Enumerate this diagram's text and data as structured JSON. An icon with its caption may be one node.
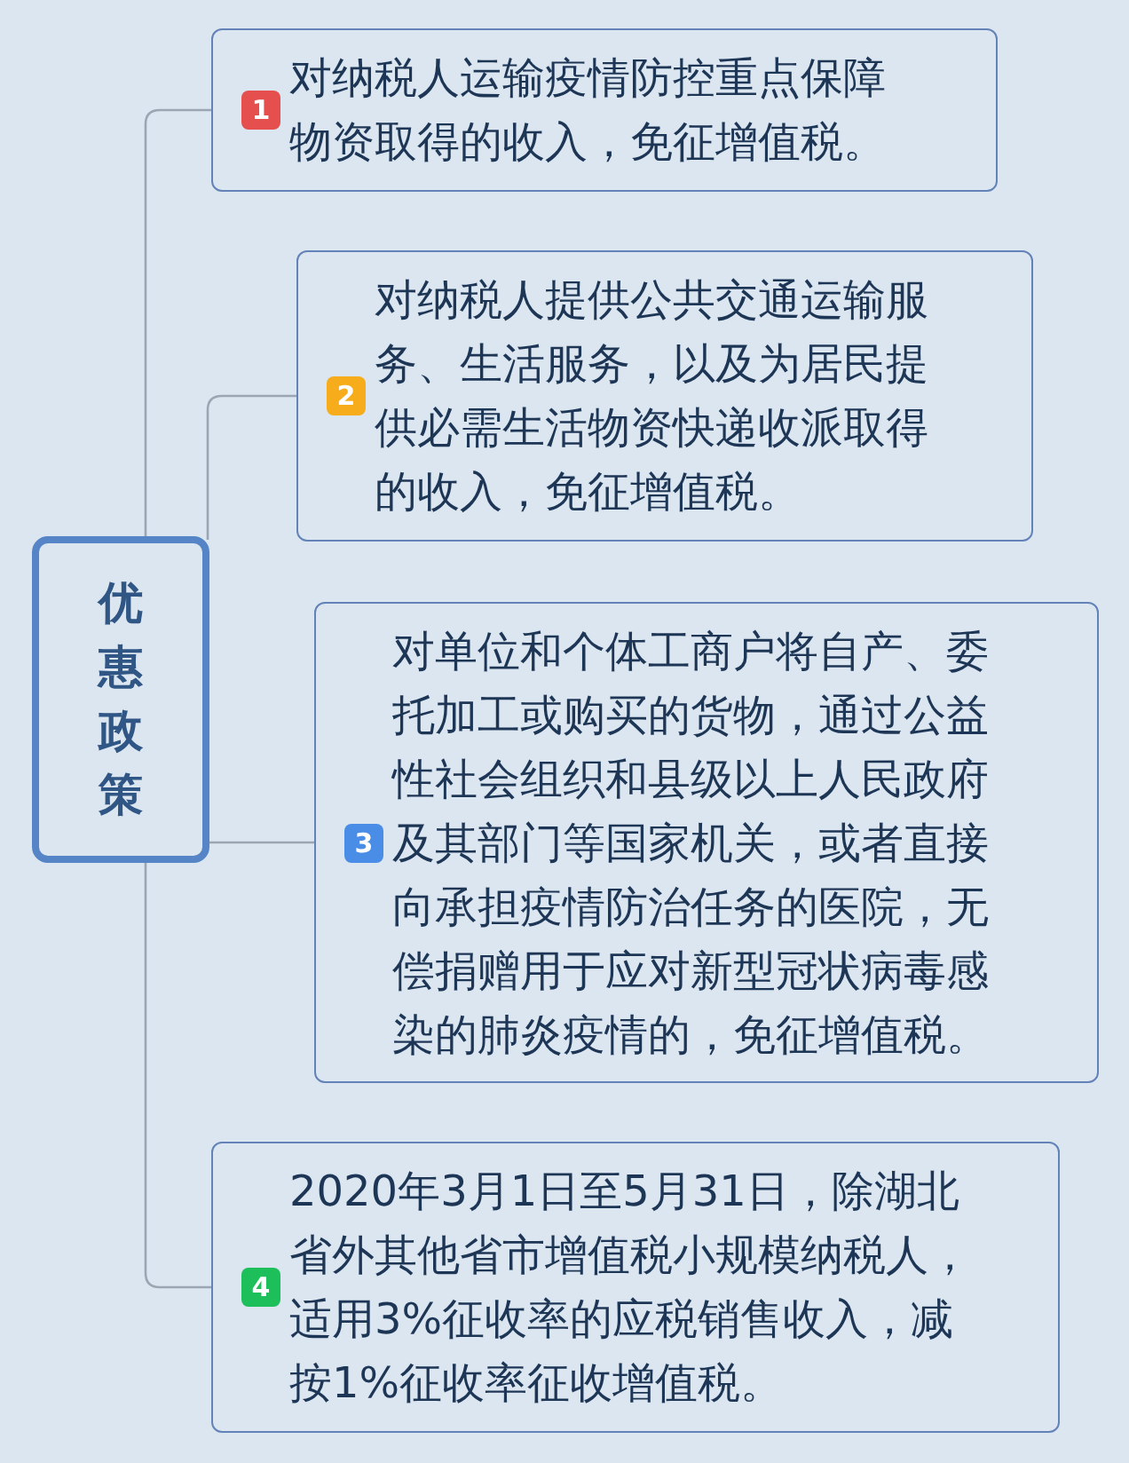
{
  "diagram": {
    "nodes": [
      {
        "text": [
          "优惠政策"
        ]
      },
      {
        "text": [
          "1",
          "对纳税人运输疫情防控重点保障物资取得的收入，免征增值税。"
        ]
      },
      {
        "text": [
          "2",
          "对纳税人提供公共交通运输服务、生活服务，以及为居民提供必需生活物资快递收派取得的收入，免征增值税。"
        ]
      },
      {
        "text": [
          "3",
          "对单位和个体工商户将自产、委托加工或购买的货物，通过公益性社会组织和县级以上人民政府及其部门等国家机关，或者直接向承担疫情防治任务的医院，无偿捐赠用于应对新型冠状病毒感染的肺炎疫情的，免征增值税。"
        ]
      },
      {
        "text": [
          "4",
          "2020年3月1日至5月31日，除湖北省外其他省市增值税小规模纳税人，适用3%征收率的应税销售收入，减按1%征收率征收增值税。"
        ]
      }
    ],
    "edges": [
      {
        "from": 0,
        "to": 1,
        "arrow": "none"
      },
      {
        "from": 0,
        "to": 2,
        "arrow": "none"
      },
      {
        "from": 0,
        "to": 3,
        "arrow": "none"
      },
      {
        "from": 0,
        "to": 4,
        "arrow": "none"
      }
    ]
  }
}
